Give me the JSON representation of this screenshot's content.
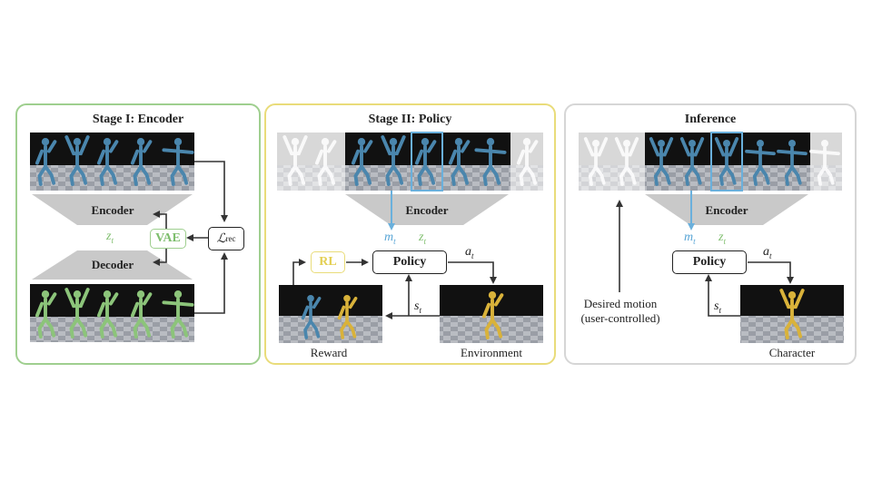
{
  "panels": {
    "stage1": {
      "title": "Stage I: Encoder",
      "encoder_label": "Encoder",
      "decoder_label": "Decoder",
      "latent_label": "z",
      "latent_sub": "t",
      "vae_label": "VAE",
      "loss_label": "ℒ",
      "loss_sup": "rec"
    },
    "stage2": {
      "title": "Stage II: Policy",
      "encoder_label": "Encoder",
      "m_label": "m",
      "m_sub": "t",
      "z_label": "z",
      "z_sub": "t",
      "rl_label": "RL",
      "policy_label": "Policy",
      "action_label": "a",
      "action_sub": "t",
      "state_label": "s",
      "state_sub": "t",
      "reward_caption": "Reward",
      "environment_caption": "Environment"
    },
    "inference": {
      "title": "Inference",
      "encoder_label": "Encoder",
      "m_label": "m",
      "m_sub": "t",
      "z_label": "z",
      "z_sub": "t",
      "policy_label": "Policy",
      "action_label": "a",
      "action_sub": "t",
      "state_label": "s",
      "state_sub": "t",
      "desired_line1": "Desired motion",
      "desired_line2": "(user-controlled)",
      "character_caption": "Character"
    }
  },
  "colors": {
    "stage1_border": "#9fcf8f",
    "stage2_border": "#e9dc7a",
    "inference_border": "#d6d6d6",
    "latent_green": "#7ebe6d",
    "motion_blue": "#5aa6d6",
    "rl_yellow": "#e3cf52",
    "character_blue": "#4a86ad",
    "character_green": "#8cc47a",
    "character_gold": "#d9b23a"
  }
}
